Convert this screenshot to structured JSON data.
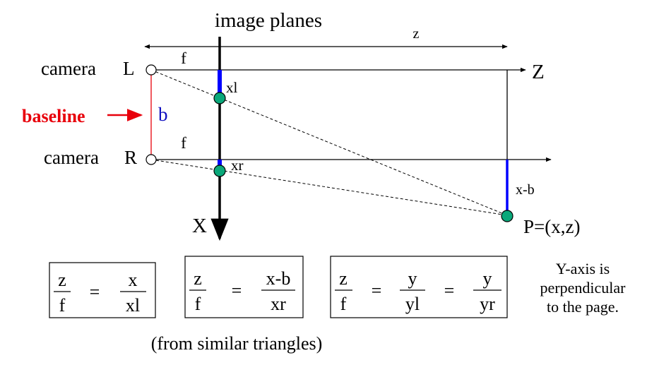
{
  "labels": {
    "image_planes": "image planes",
    "z_top": "z",
    "f_top": "f",
    "f_bottom": "f",
    "camera_left": "camera",
    "L": "L",
    "camera_right": "camera",
    "R": "R",
    "Z_axis": "Z",
    "X_axis": "X",
    "baseline": "baseline",
    "b": "b",
    "xl": "xl",
    "xr": "xr",
    "x_minus_b": "x-b",
    "point_P": "P=(x,z)"
  },
  "equations": {
    "eq1": {
      "lhs_num": "z",
      "lhs_den": "f",
      "eq": "=",
      "rhs_num": "x",
      "rhs_den": "xl"
    },
    "eq2": {
      "lhs_num": "z",
      "lhs_den": "f",
      "eq": "=",
      "rhs_num": "x-b",
      "rhs_den": "xr"
    },
    "eq3": {
      "lhs_num": "z",
      "lhs_den": "f",
      "eq1": "=",
      "mid_num": "y",
      "mid_den": "yl",
      "eq2": "=",
      "rhs_num": "y",
      "rhs_den": "yr"
    }
  },
  "note": {
    "line1": "Y-axis is",
    "line2": "perpendicular",
    "line3": "to the page."
  },
  "caption": "(from similar triangles)",
  "colors": {
    "line": "#000000",
    "segment_blue": "#0000ff",
    "baseline_red": "#e8000b",
    "b_blue": "#1010c0",
    "point_green": "#0aa87a"
  }
}
